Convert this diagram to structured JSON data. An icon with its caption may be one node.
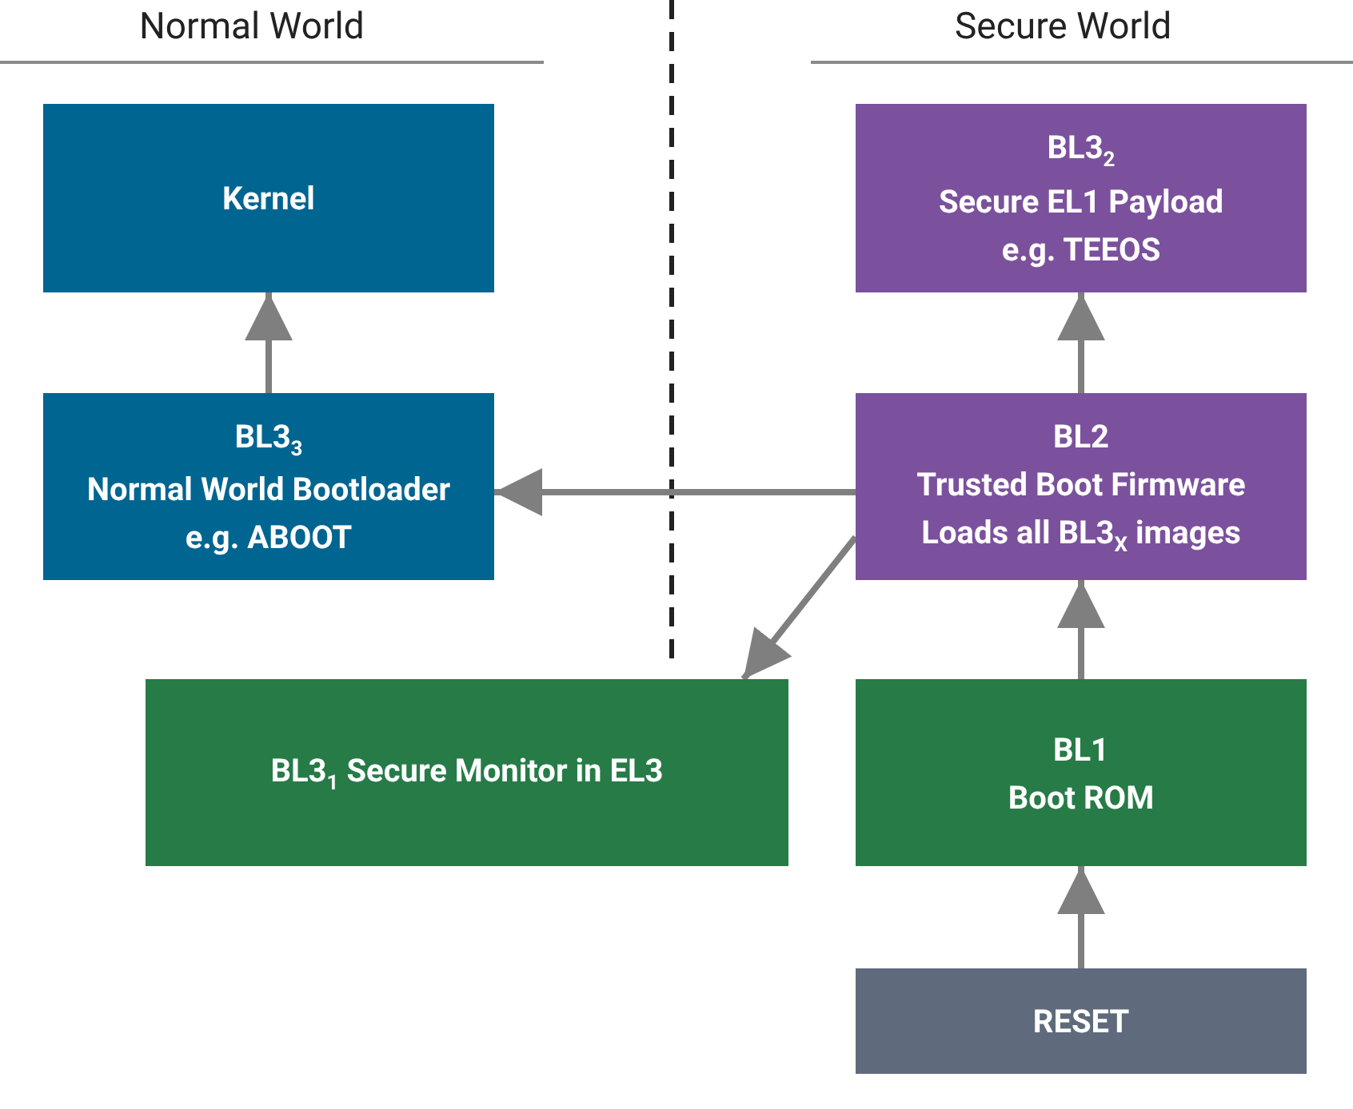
{
  "diagram": {
    "nodes": [
      {
        "text": [
          "Kernel"
        ]
      },
      {
        "text": [
          "BL3$_{2}$",
          "Secure EL1 Payload",
          "e.g. TEEOS"
        ]
      },
      {
        "text": [
          "BL3$_{3}$",
          "Normal World Bootloader",
          "e.g. ABOOT"
        ]
      },
      {
        "text": [
          "BL2",
          "Trusted Boot Firmware",
          "Loads all BL3$_{X}$ images"
        ]
      },
      {
        "text": [
          "BL3$_{1}$ Secure Monitor in EL3"
        ]
      },
      {
        "text": [
          "BL1",
          "Boot ROM"
        ]
      },
      {
        "text": [
          "RESET"
        ]
      }
    ],
    "edges": [
      {
        "from": 2,
        "to": 0,
        "arrow": "to"
      },
      {
        "from": 3,
        "to": 1,
        "arrow": "to"
      },
      {
        "from": 3,
        "to": 2,
        "arrow": "to"
      },
      {
        "from": 3,
        "to": 4,
        "arrow": "to"
      },
      {
        "from": 5,
        "to": 3,
        "arrow": "to"
      },
      {
        "from": 6,
        "to": 5,
        "arrow": "to"
      }
    ],
    "labels": [
      "Normal World",
      "Secure World"
    ]
  }
}
